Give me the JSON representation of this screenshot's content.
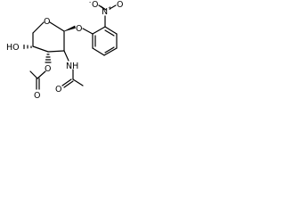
{
  "molecule": {
    "atoms": {
      "ring_oxygen": "O",
      "glycosidic_oxygen": "O",
      "hydroxyl": "HO",
      "nitrogen_label": "NH",
      "nitro_n": "N",
      "nitro_plus": "+",
      "nitro_o1": "O",
      "nitro_o1_charge": "-",
      "nitro_o2": "O",
      "acetyl_o_ester": "O",
      "acetyl_o_carbonyl": "O",
      "amide_o": "O"
    }
  },
  "colors": {
    "ink": "#000000",
    "background": "#ffffff"
  }
}
